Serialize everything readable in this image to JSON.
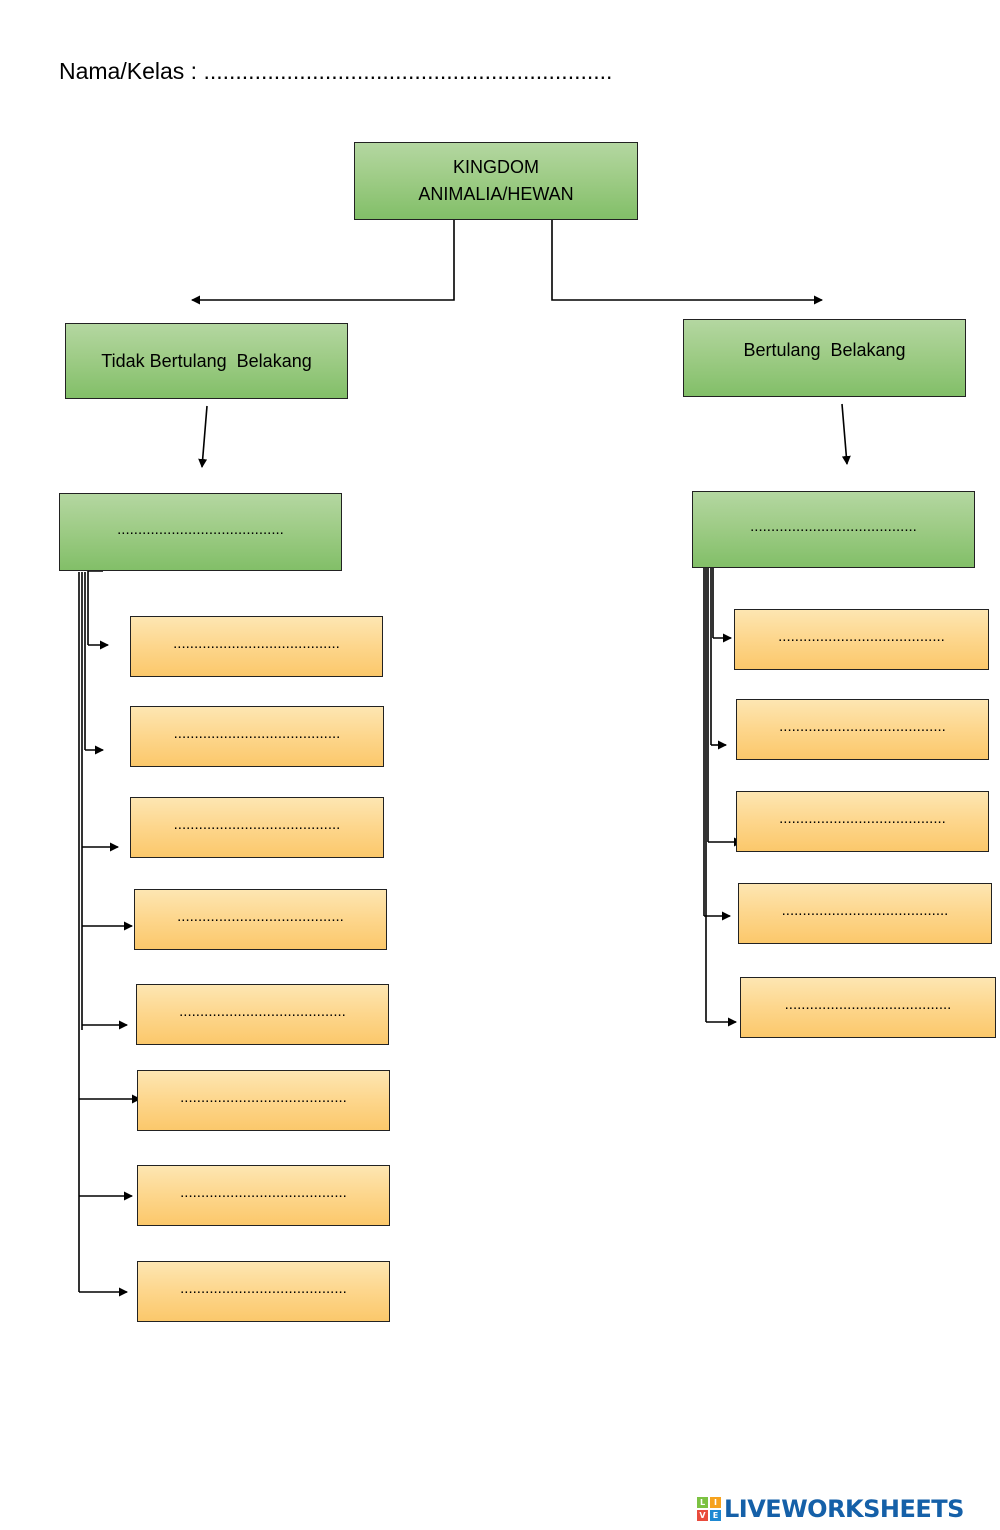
{
  "header": {
    "label": "Nama/Kelas",
    "separator": " : ",
    "blank": "................................................................"
  },
  "root": {
    "text": "KINGDOM ANIMALIA/HEWAN"
  },
  "branches": [
    {
      "label": "Tidak Bertulang  Belakang",
      "phylum_blank": "........................................",
      "children": [
        "........................................",
        "........................................",
        "........................................",
        "........................................",
        "........................................",
        "........................................",
        "........................................",
        "........................................"
      ]
    },
    {
      "label": "Bertulang  Belakang",
      "phylum_blank": "........................................",
      "children": [
        "........................................",
        "........................................",
        "........................................",
        "........................................",
        "........................................"
      ]
    }
  ],
  "branding": {
    "logo_text": "LIVEWORKSHEETS",
    "mark_letters": [
      "L",
      "I",
      "V",
      "E"
    ],
    "mark_colors": [
      "#7cc242",
      "#f6a21d",
      "#e94b3c",
      "#1e88d2"
    ]
  }
}
